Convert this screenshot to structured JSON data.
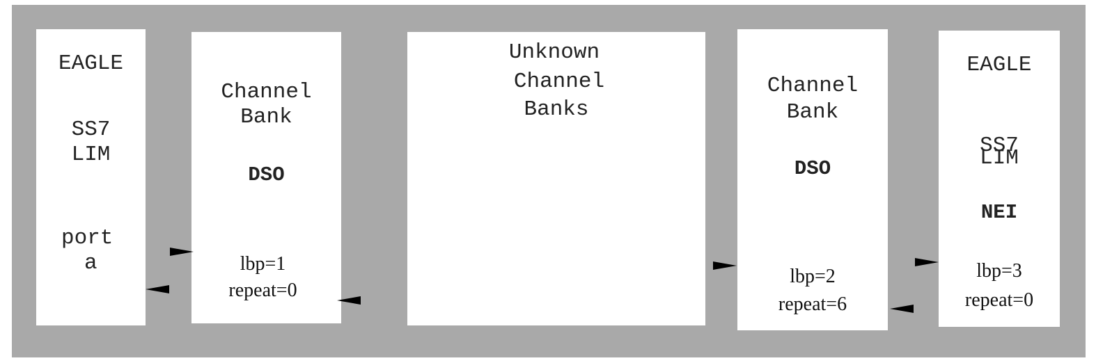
{
  "nodes": {
    "eagle_left": {
      "title": "EAGLE",
      "line1": "SS7",
      "line2": "LIM",
      "port_line1": "port",
      "port_line2": "a"
    },
    "channel_bank_left": {
      "line1": "Channel",
      "line2": "Bank",
      "ds0": "DSO",
      "lbp": "lbp=1",
      "repeat": "repeat=0"
    },
    "unknown_banks": {
      "line1": "Unknown",
      "line2": "Channel",
      "line3": "Banks"
    },
    "channel_bank_right": {
      "line1": "Channel",
      "line2": "Bank",
      "ds0": "DSO",
      "lbp": "lbp=2",
      "repeat": "repeat=6"
    },
    "eagle_right": {
      "title": "EAGLE",
      "line1": "SS7",
      "line2": "LIM",
      "nei": "NEI",
      "lbp": "lbp=3",
      "repeat": "repeat=0"
    }
  }
}
